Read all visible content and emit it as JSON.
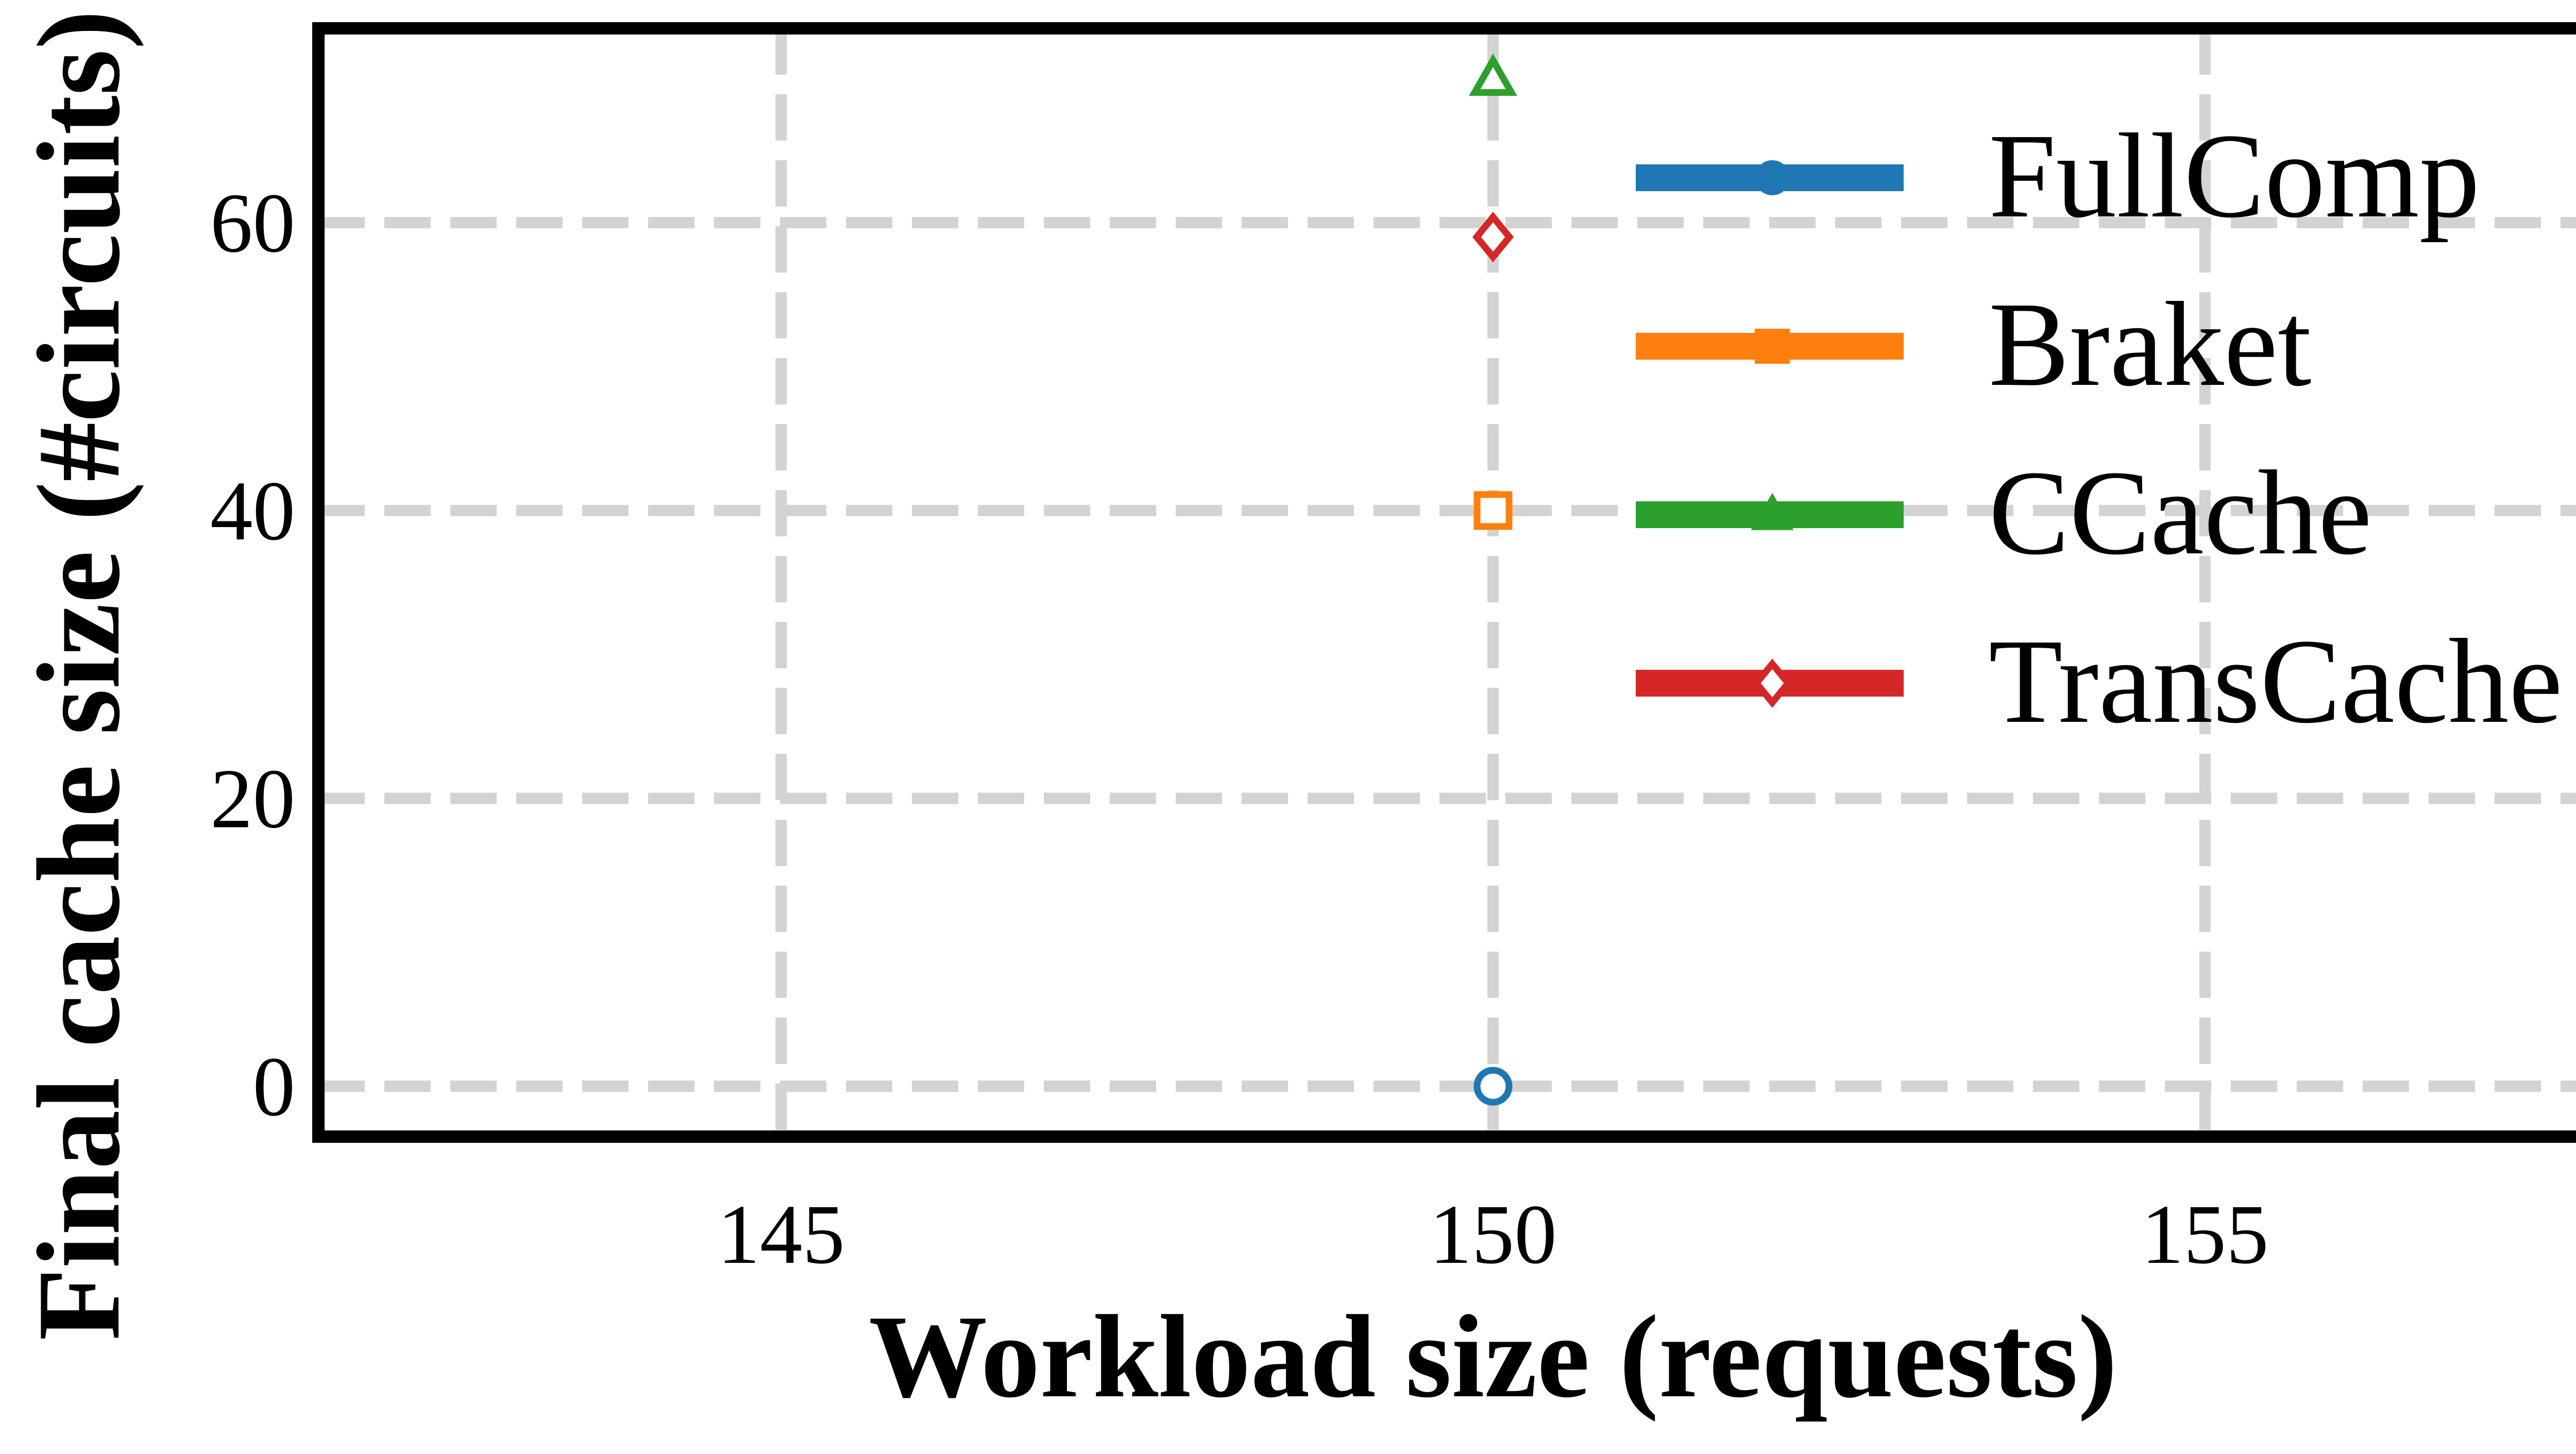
{
  "chart_data": {
    "type": "line",
    "xlabel": "Workload size (requests)",
    "ylabel": "Final cache size (#circuits)",
    "xlim": [
      141.75,
      158.25
    ],
    "ylim": [
      -3.5,
      73.5
    ],
    "xticks": [
      145,
      150,
      155
    ],
    "yticks": [
      0,
      20,
      40,
      60
    ],
    "grid": true,
    "legend_position": "top-right",
    "series": [
      {
        "name": "FullComp",
        "color": "#1f77b4",
        "marker": "circle",
        "x": [
          150
        ],
        "y": [
          0
        ]
      },
      {
        "name": "Braket",
        "color": "#ff7f0e",
        "marker": "square",
        "x": [
          150
        ],
        "y": [
          40
        ]
      },
      {
        "name": "CCache",
        "color": "#2ca02c",
        "marker": "triangle",
        "x": [
          150
        ],
        "y": [
          70
        ]
      },
      {
        "name": "TransCache",
        "color": "#d62728",
        "marker": "diamond",
        "x": [
          150
        ],
        "y": [
          59
        ]
      }
    ]
  }
}
